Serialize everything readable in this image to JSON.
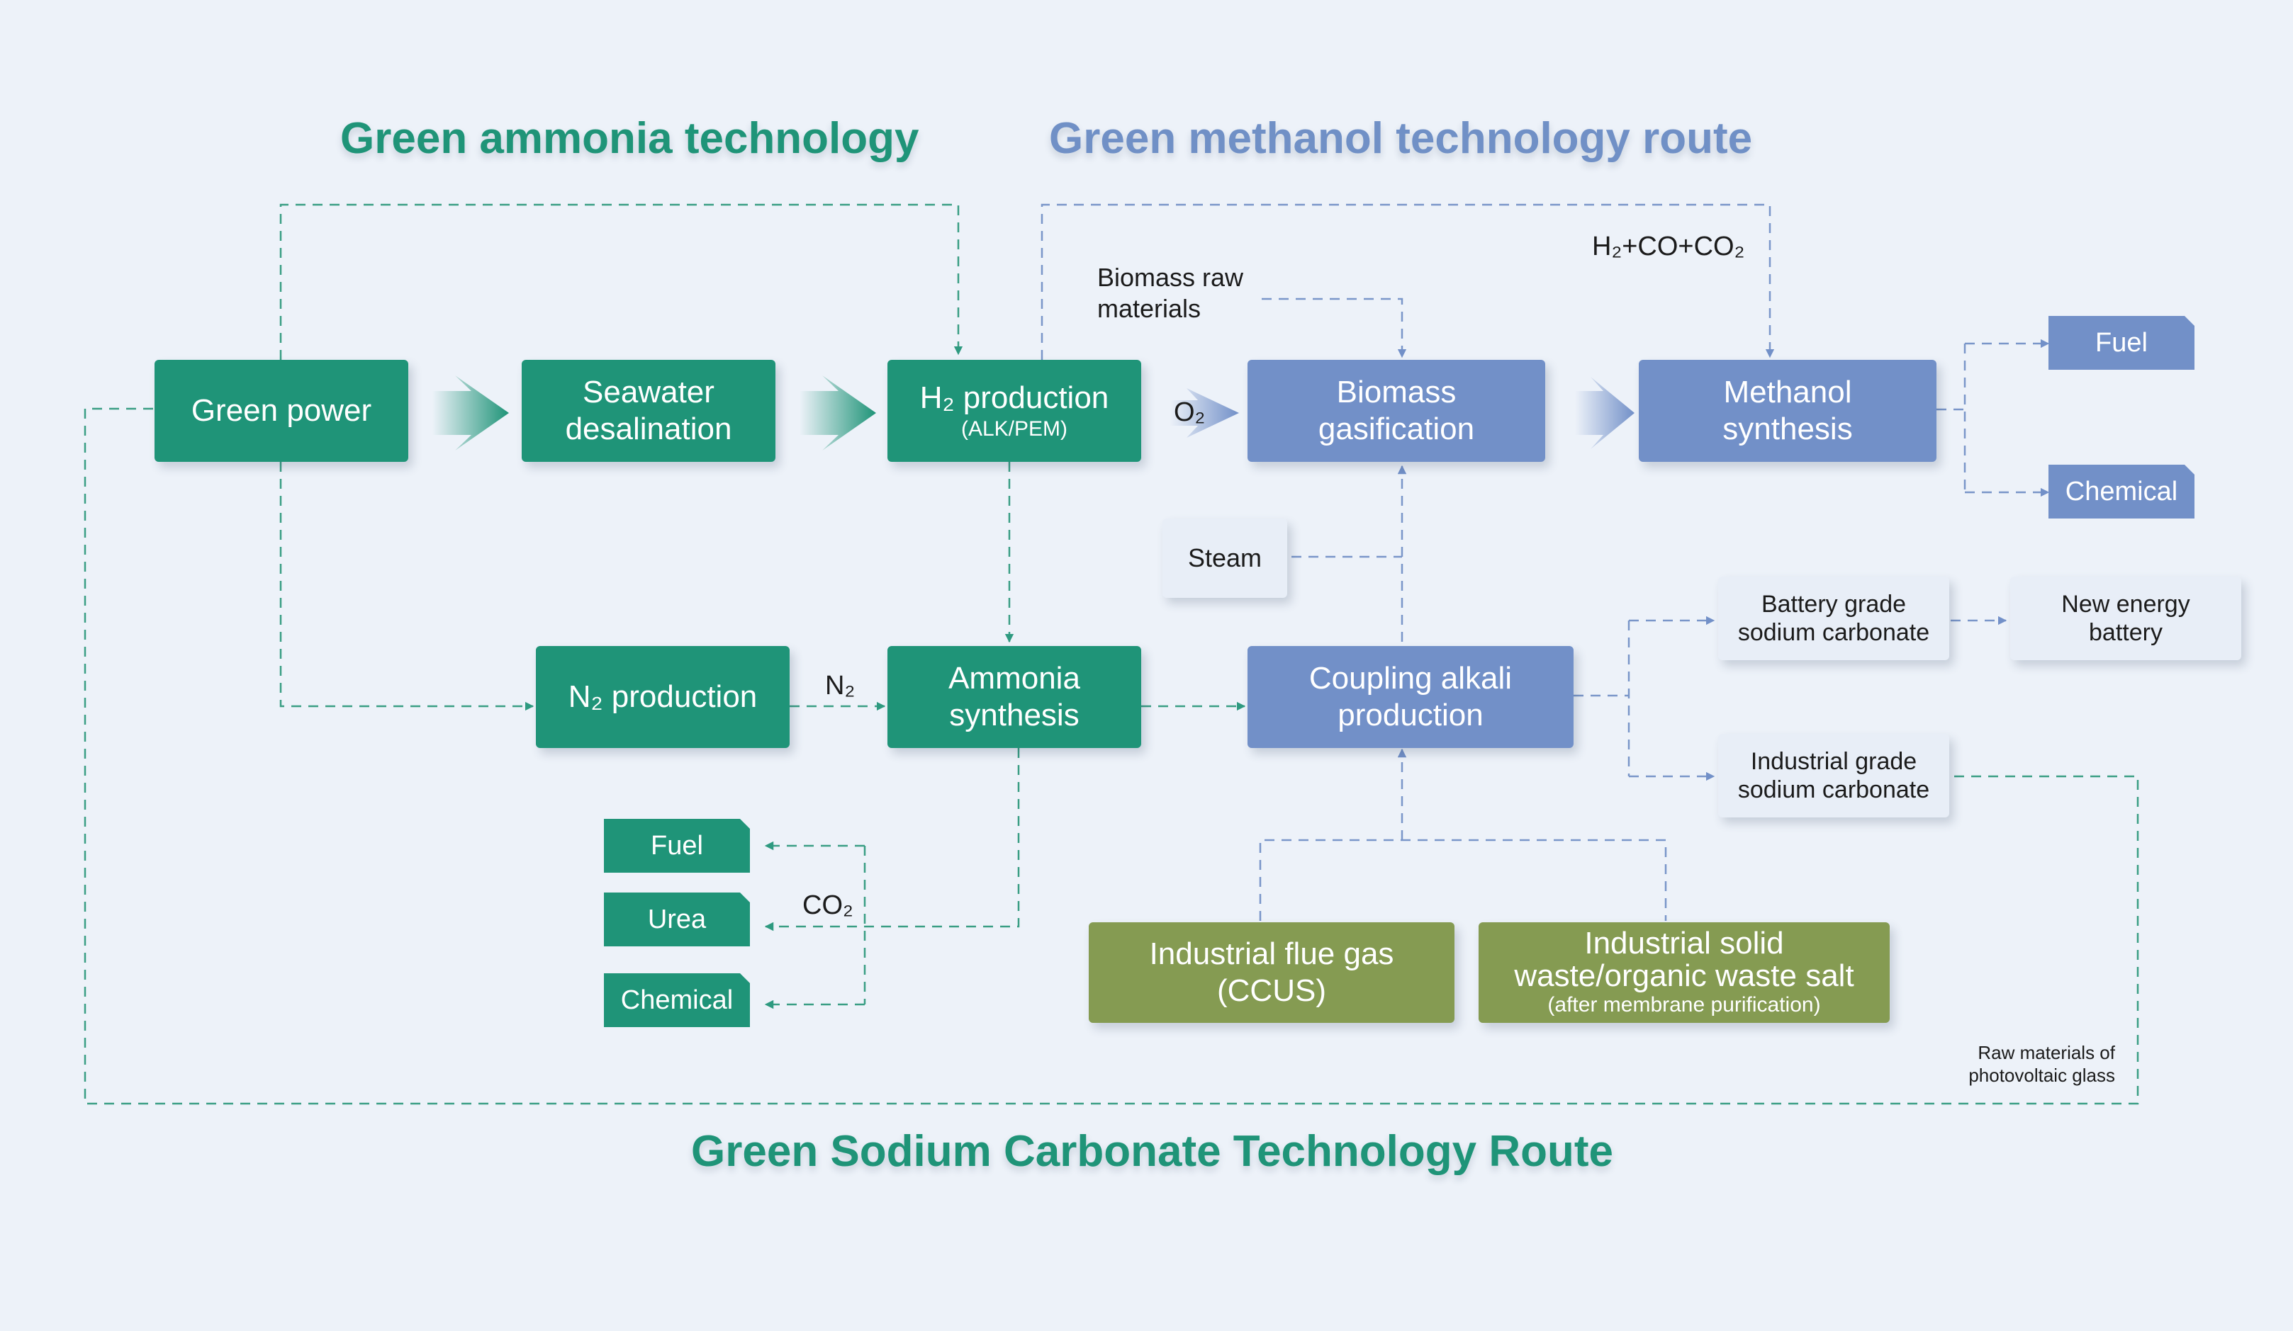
{
  "titles": {
    "ammonia": "Green ammonia technology",
    "methanol": "Green methanol technology route",
    "sodium": "Green Sodium Carbonate Technology Route"
  },
  "nodes": {
    "green_power": "Green power",
    "seawater_desalination": "Seawater desalination",
    "h2_production": "H₂ production",
    "h2_production_sub": "(ALK/PEM)",
    "n2_production": "N₂ production",
    "ammonia_synthesis": "Ammonia synthesis",
    "biomass_gasification": "Biomass gasification",
    "methanol_synthesis": "Methanol synthesis",
    "coupling_alkali": "Coupling alkali production",
    "steam": "Steam",
    "battery_grade": "Battery grade sodium carbonate",
    "new_energy_battery": "New energy battery",
    "industrial_grade": "Industrial grade sodium carbonate",
    "flue_gas": "Industrial flue gas (CCUS)",
    "solid_waste": "Industrial solid waste/organic waste salt",
    "solid_waste_sub": "(after membrane purification)"
  },
  "products": {
    "methanol_fuel": "Fuel",
    "methanol_chemical": "Chemical",
    "ammonia_fuel": "Fuel",
    "ammonia_urea": "Urea",
    "ammonia_chemical": "Chemical"
  },
  "labels": {
    "biomass_raw": "Biomass raw materials",
    "h2_co_co2": "H₂+CO+CO₂",
    "o2": "O₂",
    "n2": "N₂",
    "co2": "CO₂",
    "pv_glass": "Raw materials of photovoltaic glass"
  },
  "colors": {
    "green": "#1f9478",
    "blue": "#7290c8",
    "olive": "#859b52",
    "background": "#edf2f9"
  }
}
